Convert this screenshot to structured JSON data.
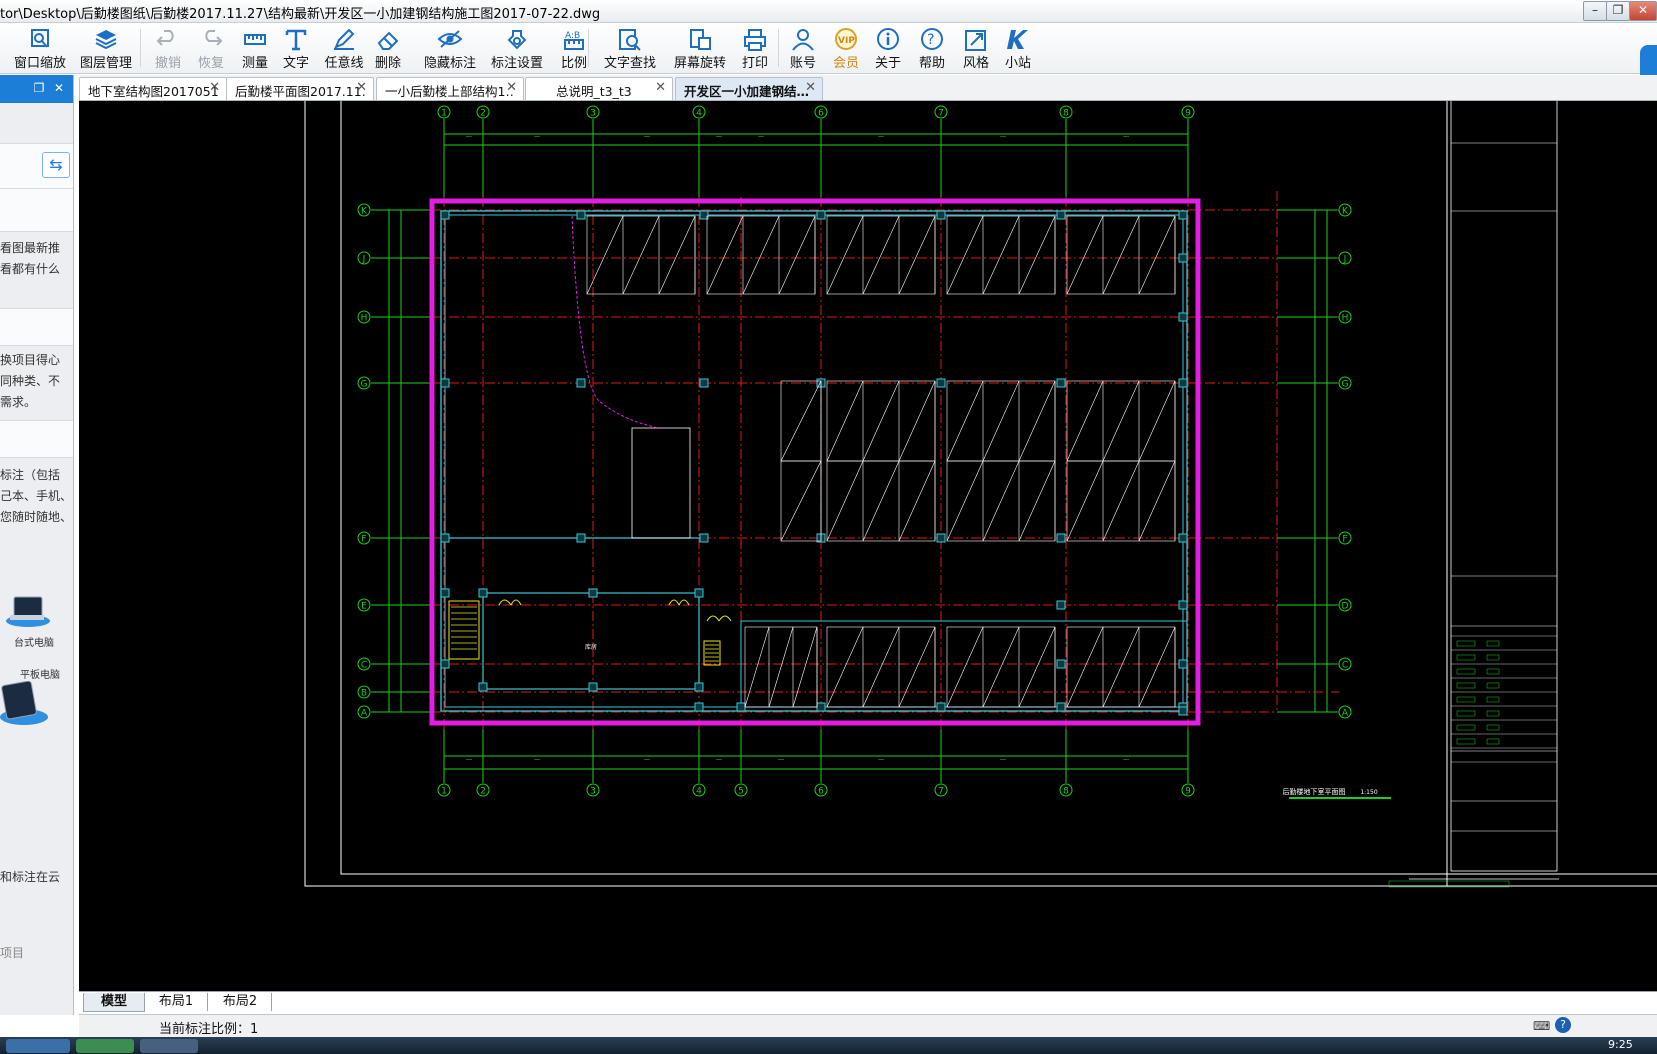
{
  "window": {
    "title": "tor\\Desktop\\后勤楼图纸\\后勤楼2017.11.27\\结构最新\\开发区一小加建钢结构施工图2017-07-22.dwg"
  },
  "toolbar": {
    "items": [
      {
        "label": "窗口缩放",
        "icon": "zoom-window-icon",
        "enabled": true
      },
      {
        "label": "图层管理",
        "icon": "layers-icon",
        "enabled": true
      },
      {
        "label": "撤销",
        "icon": "undo-icon",
        "enabled": false
      },
      {
        "label": "恢复",
        "icon": "redo-icon",
        "enabled": false
      },
      {
        "label": "测量",
        "icon": "ruler-icon",
        "enabled": true
      },
      {
        "label": "文字",
        "icon": "text-icon",
        "enabled": true
      },
      {
        "label": "任意线",
        "icon": "pen-icon",
        "enabled": true
      },
      {
        "label": "删除",
        "icon": "eraser-icon",
        "enabled": true
      },
      {
        "label": "隐藏标注",
        "icon": "eye-icon",
        "enabled": true
      },
      {
        "label": "标注设置",
        "icon": "settings-icon",
        "enabled": true
      },
      {
        "label": "比例",
        "icon": "scale-icon",
        "enabled": true
      },
      {
        "label": "文字查找",
        "icon": "find-text-icon",
        "enabled": true
      },
      {
        "label": "屏幕旋转",
        "icon": "rotate-screen-icon",
        "enabled": true
      },
      {
        "label": "打印",
        "icon": "printer-icon",
        "enabled": true
      },
      {
        "label": "账号",
        "icon": "user-icon",
        "enabled": true
      },
      {
        "label": "会员",
        "icon": "vip-icon",
        "enabled": true
      },
      {
        "label": "关于",
        "icon": "info-icon",
        "enabled": true
      },
      {
        "label": "帮助",
        "icon": "help-icon",
        "enabled": true
      },
      {
        "label": "风格",
        "icon": "style-icon",
        "enabled": true
      },
      {
        "label": "小站",
        "icon": "site-icon",
        "enabled": true
      }
    ],
    "vip_badge": "VIP"
  },
  "left_panel": {
    "text_lines_1": [
      "看图最新推",
      "看都有什么"
    ],
    "text_lines_2": [
      "换项目得心",
      "同种类、不",
      "需求。"
    ],
    "text_lines_3": [
      "标注（包括",
      "己本、手机、",
      "您随时随地、"
    ],
    "device_desktop": "台式电脑",
    "device_tablet": "平板电脑",
    "bottom_text": "和标注在云",
    "footer_text": "项目"
  },
  "tabs": [
    {
      "label": "地下室结构图2017051…",
      "active": false
    },
    {
      "label": "后勤楼平面图2017.11.1(",
      "active": false
    },
    {
      "label": "一小后勤楼上部结构1…",
      "active": false
    },
    {
      "label": "总说明_t3_t3",
      "active": false
    },
    {
      "label": "开发区一小加建钢结…",
      "active": true
    }
  ],
  "drawing": {
    "bg": "#000000",
    "grid_columns_top": [
      "1",
      "2",
      "3",
      "4",
      "6",
      "7",
      "8",
      "9"
    ],
    "grid_columns_bottom": [
      "1",
      "2",
      "3",
      "4",
      "5",
      "6",
      "7",
      "8",
      "9"
    ],
    "grid_rows_left": [
      "K",
      "J",
      "H",
      "G",
      "F",
      "E",
      "C",
      "B",
      "A"
    ],
    "grid_rows_right": [
      "K",
      "J",
      "H",
      "G",
      "F",
      "D",
      "C",
      "A"
    ],
    "room_label": "库房",
    "plan_title": "后勤楼地下室平面图",
    "plan_scale": "1:150"
  },
  "layout_tabs": [
    "模型",
    "布局1",
    "布局2"
  ],
  "status": {
    "scale_text": "当前标注比例：1"
  },
  "taskbar": {
    "clock": "9:25"
  },
  "colors": {
    "accent": "#1d7ed8",
    "magenta": "#e21ee2",
    "cyan": "#39c6d6",
    "grid_green": "#19d219",
    "red": "#e01818"
  }
}
